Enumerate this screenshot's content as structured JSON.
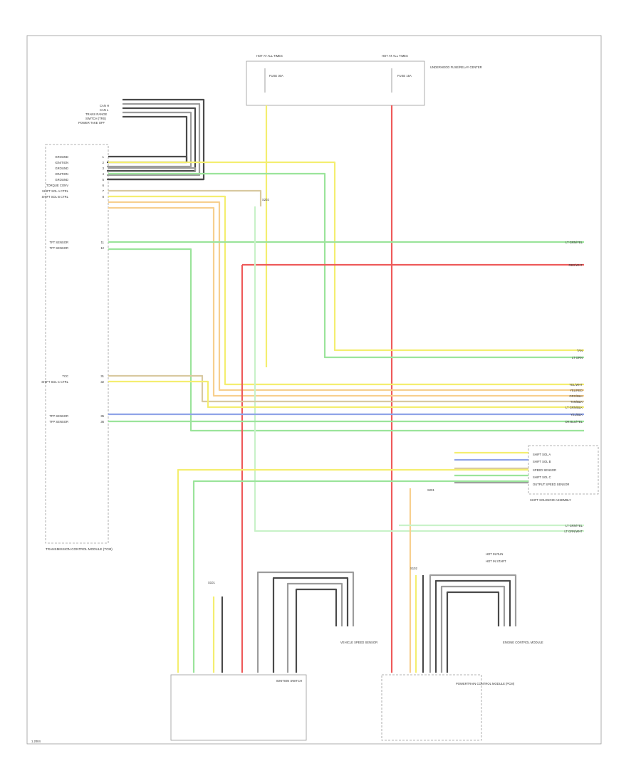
{
  "diagram": {
    "footer_code": "1.2004",
    "top_module": {
      "left_label": "HOT AT ALL TIMES",
      "right_label": "HOT AT ALL TIMES",
      "left_fuse": "FUSE 30A",
      "right_fuse": "FUSE 15A",
      "name": "UNDERHOOD FUSE/RELAY CENTER"
    },
    "left_harness_labels": [
      "CAN H",
      "CAN L",
      "TRANS RANGE",
      "SWITCH (TRS)",
      "POWER TAKE OFF"
    ],
    "tcm_label": "TRANSMISSION CONTROL MODULE (TCM)",
    "pcm_label": "POWERTRAIN CONTROL MODULE (PCM)",
    "right_module_label": "SHIFT SOLENOID ASSEMBLY",
    "left_pins": [
      {
        "name": "GROUND",
        "num": "1"
      },
      {
        "name": "IGNITION",
        "num": "2"
      },
      {
        "name": "GROUND",
        "num": "3"
      },
      {
        "name": "IGNITION",
        "num": "4"
      },
      {
        "name": "GROUND",
        "num": "5"
      },
      {
        "name": "TORQUE CONV",
        "num": "6"
      },
      {
        "name": "SHIFT SOL A CTRL",
        "num": "7"
      },
      {
        "name": "SHIFT SOL B CTRL",
        "num": "8"
      },
      {
        "name": "TFT SENSOR",
        "num": "11"
      },
      {
        "name": "TFT SENSOR",
        "num": "12"
      },
      {
        "name": "TCC",
        "num": "31"
      },
      {
        "name": "SHIFT SOL C CTRL",
        "num": "32"
      },
      {
        "name": "TFP SENSOR",
        "num": "35"
      },
      {
        "name": "TFP SENSOR",
        "num": "36"
      }
    ],
    "right_wire_labels": [
      "LT GRN/YEL",
      "RED/WHT",
      "TAN",
      "LT GRN",
      "YEL/WHT",
      "YEL/RED",
      "ORG/BLK",
      "TAN/BLK",
      "LT GRN/BLK",
      "YEL/BLK",
      "DK BLU/YEL",
      "LT GRN/YEL",
      "LT GRN/WHT"
    ],
    "solenoid_labels": [
      "SHIFT SOL A",
      "SHIFT SOL B",
      "SPEED SENSOR",
      "SHIFT SOL C",
      "OUTPUT SPEED SENSOR"
    ],
    "bottom_left_module": "IGNITION SWITCH",
    "bottom_middle_module": "VEHICLE SPEED SENSOR",
    "bottom_right_module": "ENGINE CONTROL MODULE",
    "splice_labels": [
      "S101",
      "S102",
      "S201",
      "S202"
    ],
    "legend": [
      "HOT IN RUN",
      "HOT IN START"
    ]
  }
}
